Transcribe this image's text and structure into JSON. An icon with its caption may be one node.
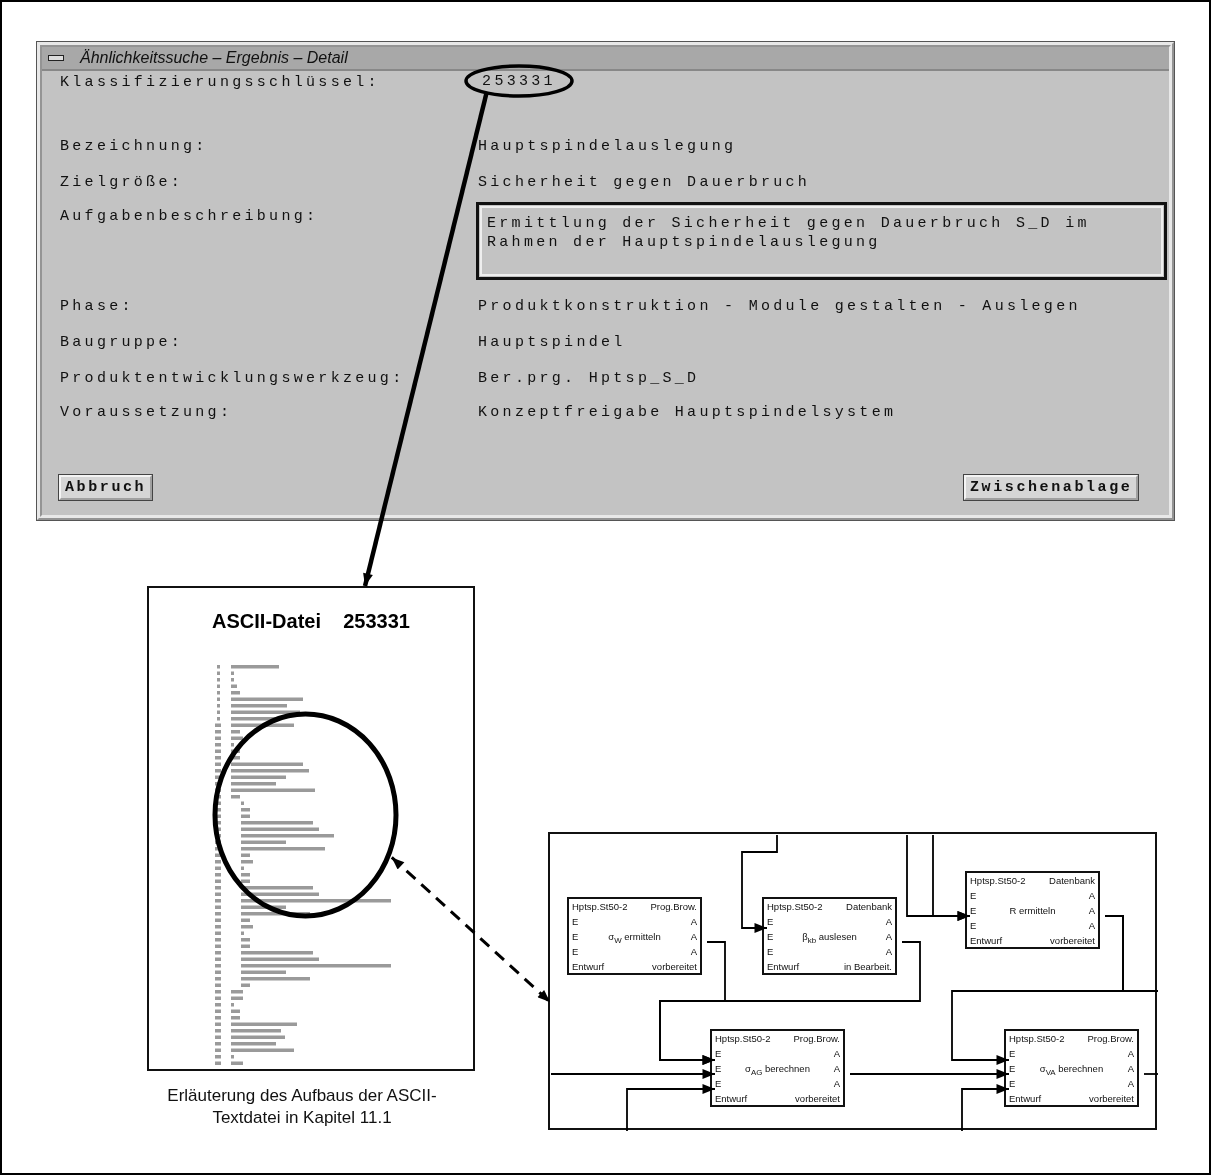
{
  "diagram": {
    "nodes": [
      {
        "text": [
          "Ähnlichkeitssuche – Ergebnis – Detail"
        ]
      },
      {
        "text": [
          "253331"
        ],
        "in": 0
      },
      {
        "text": [
          "Ermittlung der Sicherheit gegen Dauerbruch S_D im Rahmen der Hauptspindelauslegung"
        ],
        "in": 0
      },
      {
        "text": [
          "ASCII-Datei    253331"
        ]
      },
      {
        "text": [],
        "shape": "circle",
        "in": 3
      },
      {
        "text": [],
        "shape": "box"
      },
      {
        "text": [
          "Hptsp.St50-2",
          "Prog.Brow.",
          "E",
          "A",
          "E",
          "σ$_{W}$ ermitteln",
          "A",
          "E",
          "A",
          "Entwurf",
          "vorbereitet"
        ],
        "in": 5
      },
      {
        "text": [
          "Hptsp.St50-2",
          "Datenbank",
          "E",
          "A",
          "E",
          "β$_{kb}$ auslesen",
          "A",
          "E",
          "A",
          "Entwurf",
          "in Bearbeit."
        ],
        "in": 5
      },
      {
        "text": [
          "Hptsp.St50-2",
          "Datenbank",
          "E",
          "A",
          "E",
          "R ermitteln",
          "A",
          "E",
          "A",
          "Entwurf",
          "vorbereitet"
        ],
        "in": 5
      },
      {
        "text": [
          "Hptsp.St50-2",
          "Prog.Brow.",
          "E",
          "A",
          "E",
          "σ$_{AG}$ berechnen",
          "A",
          "E",
          "A",
          "Entwurf",
          "vorbereitet"
        ],
        "in": 5
      },
      {
        "text": [
          "Hptsp.St50-2",
          "Prog.Brow.",
          "E",
          "A",
          "E",
          "σ$_{VA}$ berechnen",
          "A",
          "E",
          "A",
          "Entwurf",
          "vorbereitet"
        ],
        "in": 5
      }
    ],
    "edges": [
      {
        "from": 1,
        "to": 3,
        "arrow": "to",
        "style": "thick"
      },
      {
        "from": 4,
        "to": 5,
        "arrow": "both",
        "style": "dashed"
      },
      {
        "from": null,
        "to": 7,
        "arrow": "to"
      },
      {
        "from": null,
        "to": 8,
        "arrow": "to"
      },
      {
        "from": null,
        "to": 8,
        "arrow": "to"
      },
      {
        "from": 6,
        "to": 9,
        "arrow": "to"
      },
      {
        "from": 7,
        "to": 9,
        "arrow": "to"
      },
      {
        "from": null,
        "to": 9,
        "arrow": "to"
      },
      {
        "from": null,
        "to": 9,
        "arrow": "to"
      },
      {
        "from": 9,
        "to": 10,
        "arrow": "to"
      },
      {
        "from": 8,
        "to": 10,
        "arrow": "to"
      },
      {
        "from": null,
        "to": 10,
        "arrow": "to"
      },
      {
        "from": 10,
        "to": null,
        "arrow": "none"
      },
      {
        "from": 8,
        "to": null,
        "arrow": "none"
      }
    ],
    "labels": [
      "Klassifizierungsschlüssel:",
      "Bezeichnung:",
      "Hauptspindelauslegung",
      "Zielgröße:",
      "Sicherheit gegen Dauerbruch",
      "Aufgabenbeschreibung:",
      "Phase:",
      "Produktkonstruktion - Module gestalten - Auslegen",
      "Baugruppe:",
      "Hauptspindel",
      "Produktentwicklungswerkzeug:",
      "Ber.prg. Hptsp_S_D",
      "Voraussetzung:",
      "Konzeptfreigabe Hauptspindelsystem",
      "Abbruch",
      "Zwischenablage",
      "Erläuterung des Aufbaus der ASCII-Textdatei in Kapitel 11.1"
    ]
  }
}
